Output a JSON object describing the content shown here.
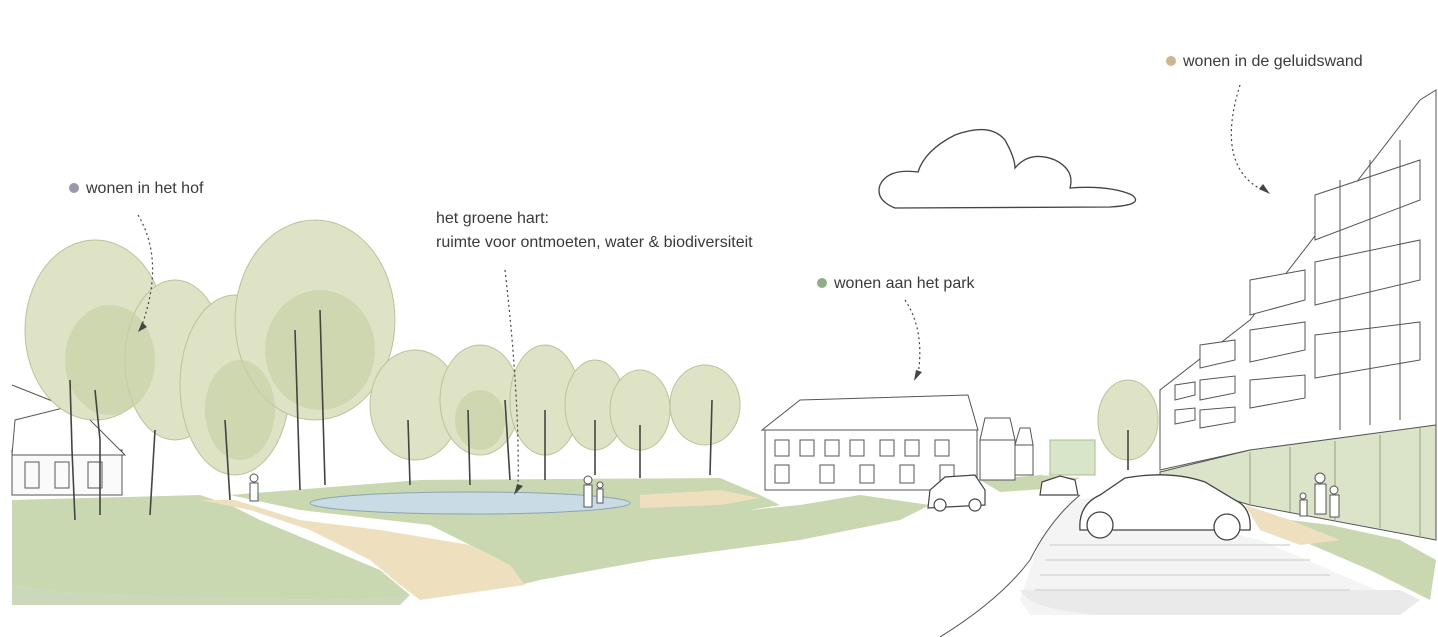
{
  "labels": {
    "hof": {
      "text": "wonen in het hof",
      "dot_color": "#9a97ae"
    },
    "hart": {
      "line1": "het groene hart:",
      "line2": "ruimte voor ontmoeten, water & biodiversiteit"
    },
    "park": {
      "text": "wonen aan het park",
      "dot_color": "#8fae86"
    },
    "geluidswand": {
      "text": "wonen in de geluidswand",
      "dot_color": "#cfb48e"
    }
  },
  "colors": {
    "grass": "#c9d8b0",
    "grass_dark": "#a9c08c",
    "tree": "#dde3c4",
    "tree_shade": "#c8d2a8",
    "path": "#eee0bf",
    "water": "#c9dbe4",
    "line": "#555555",
    "road": "#f3f3f3",
    "shadow": "#eaeaea"
  }
}
